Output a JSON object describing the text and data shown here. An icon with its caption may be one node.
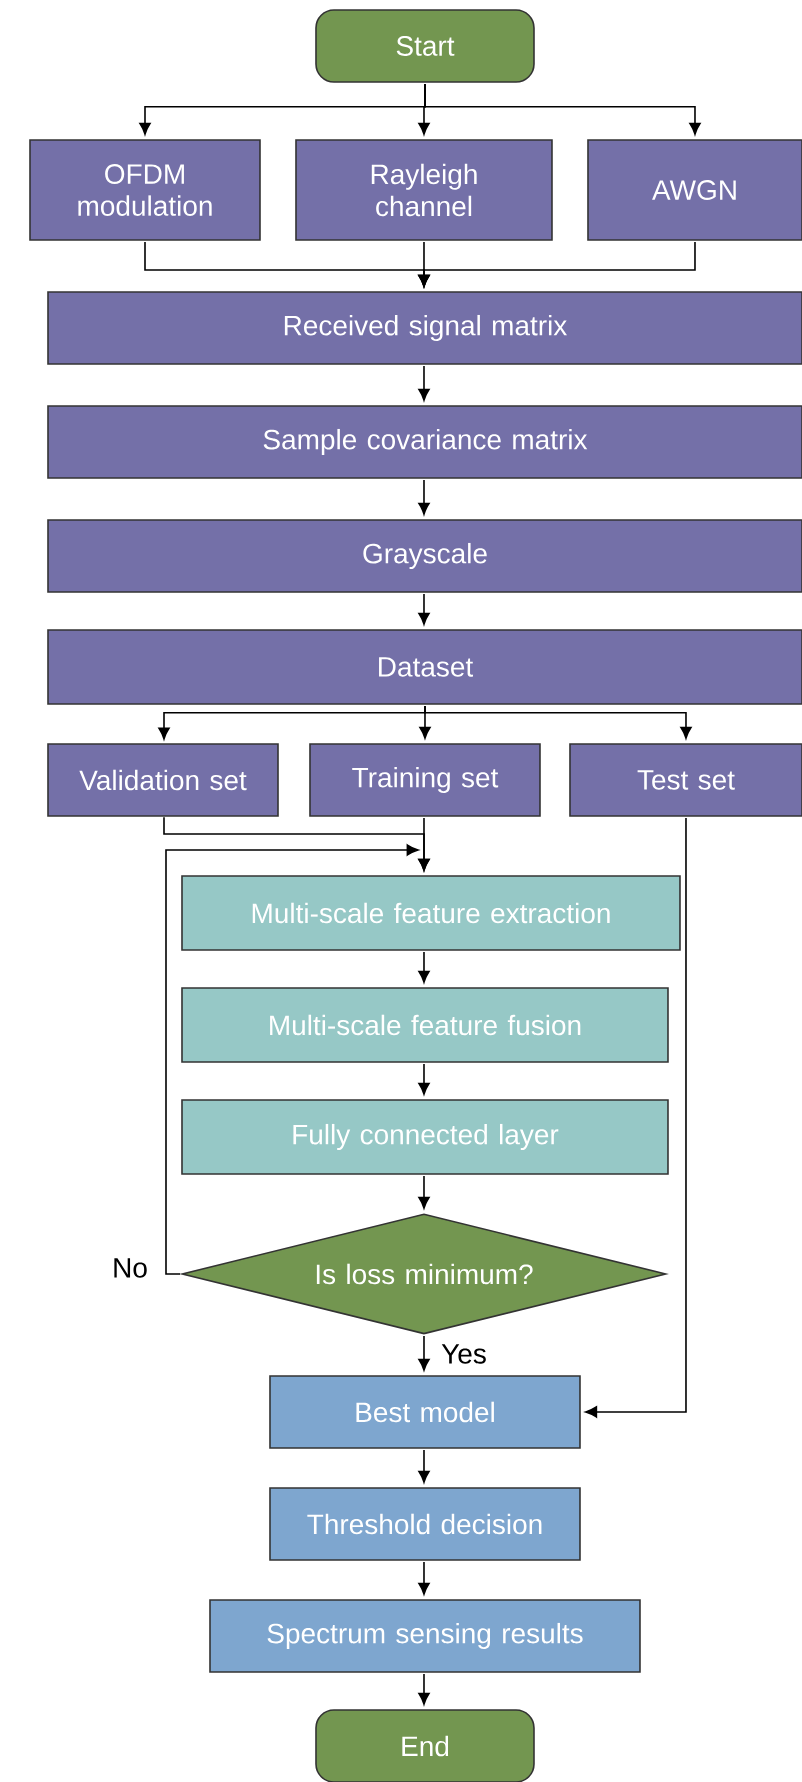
{
  "diagram": {
    "nodes": [
      {
        "text": [
          "Start"
        ]
      },
      {
        "text": [
          "OFDM modulation"
        ]
      },
      {
        "text": [
          "Rayleigh channel"
        ]
      },
      {
        "text": [
          "AWGN"
        ]
      },
      {
        "text": [
          "Received signal matrix"
        ]
      },
      {
        "text": [
          "Sample covariance matrix"
        ]
      },
      {
        "text": [
          "Grayscale"
        ]
      },
      {
        "text": [
          "Dataset"
        ]
      },
      {
        "text": [
          "Validation set"
        ]
      },
      {
        "text": [
          "Training  set"
        ]
      },
      {
        "text": [
          "Test set"
        ]
      },
      {
        "text": [
          "Multi-scale feature extraction"
        ]
      },
      {
        "text": [
          "Multi-scale feature fusion"
        ]
      },
      {
        "text": [
          "Fully connected layer"
        ]
      },
      {
        "text": [
          "Is loss minimum?"
        ]
      },
      {
        "text": [
          "Best model"
        ]
      },
      {
        "text": [
          "Threshold decision"
        ]
      },
      {
        "text": [
          "Spectrum sensing results"
        ]
      },
      {
        "text": [
          "End"
        ]
      }
    ],
    "edges": [
      {
        "from": 0,
        "to": 1,
        "arrow": "to"
      },
      {
        "from": 0,
        "to": 2,
        "arrow": "to"
      },
      {
        "from": 0,
        "to": 3,
        "arrow": "to"
      },
      {
        "from": 1,
        "to": 4,
        "arrow": "to"
      },
      {
        "from": 2,
        "to": 4,
        "arrow": "to"
      },
      {
        "from": 3,
        "to": 4,
        "arrow": "to"
      },
      {
        "from": 4,
        "to": 5,
        "arrow": "to"
      },
      {
        "from": 5,
        "to": 6,
        "arrow": "to"
      },
      {
        "from": 6,
        "to": 7,
        "arrow": "to"
      },
      {
        "from": 7,
        "to": 8,
        "arrow": "to"
      },
      {
        "from": 7,
        "to": 9,
        "arrow": "to"
      },
      {
        "from": 7,
        "to": 10,
        "arrow": "to"
      },
      {
        "from": 8,
        "to": 11,
        "arrow": "to"
      },
      {
        "from": 9,
        "to": 11,
        "arrow": "to"
      },
      {
        "from": 14,
        "to": 11,
        "arrow": "to",
        "label": "No"
      },
      {
        "from": 11,
        "to": 12,
        "arrow": "to"
      },
      {
        "from": 12,
        "to": 13,
        "arrow": "to"
      },
      {
        "from": 13,
        "to": 14,
        "arrow": "to"
      },
      {
        "from": 14,
        "to": 15,
        "arrow": "to",
        "label": "Yes"
      },
      {
        "from": 10,
        "to": 15,
        "arrow": "to"
      },
      {
        "from": 15,
        "to": 16,
        "arrow": "to"
      },
      {
        "from": 16,
        "to": 17,
        "arrow": "to"
      },
      {
        "from": 17,
        "to": 18,
        "arrow": "to"
      }
    ]
  }
}
